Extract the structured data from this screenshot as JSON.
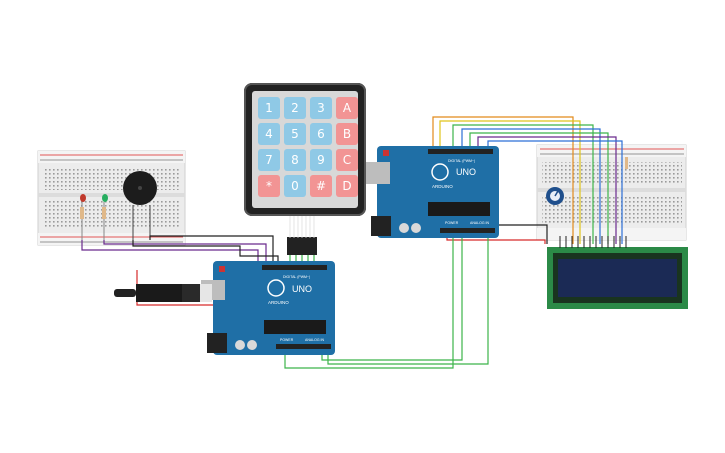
{
  "colors": {
    "arduino_board": "#1f6fa6",
    "breadboard": "#e9e9e9",
    "lcd_green": "#2b8a47",
    "lcd_screen": "#1b2a55",
    "wire_green": "#3cb54a",
    "wire_purple": "#6a2a8e",
    "wire_red": "#d62b2b",
    "wire_black": "#222222",
    "wire_orange": "#e28a1a",
    "wire_yellow": "#e0c41a",
    "wire_blue": "#2c6fd6",
    "key_number": "#8fc9e6",
    "key_symbol": "#f29494"
  },
  "keypad": {
    "keys": [
      "1",
      "2",
      "3",
      "A",
      "4",
      "5",
      "6",
      "B",
      "7",
      "8",
      "9",
      "C",
      "*",
      "0",
      "#",
      "D"
    ]
  },
  "arduino_top": {
    "model": "UNO",
    "brand": "ARDUINO",
    "digital_label": "DIGITAL (PWM~)",
    "power_label": "POWER",
    "analog_label": "ANALOG IN"
  },
  "arduino_bottom": {
    "model": "UNO",
    "brand": "ARDUINO",
    "digital_label": "DIGITAL (PWM~)",
    "power_label": "POWER",
    "analog_label": "ANALOG IN"
  },
  "components": {
    "buzzer": "piezo-buzzer",
    "led_red": "red-led",
    "led_green": "green-led",
    "potentiometer": "potentiometer",
    "lcd": "lcd-16x2",
    "usb_cable": "usb-cable"
  }
}
